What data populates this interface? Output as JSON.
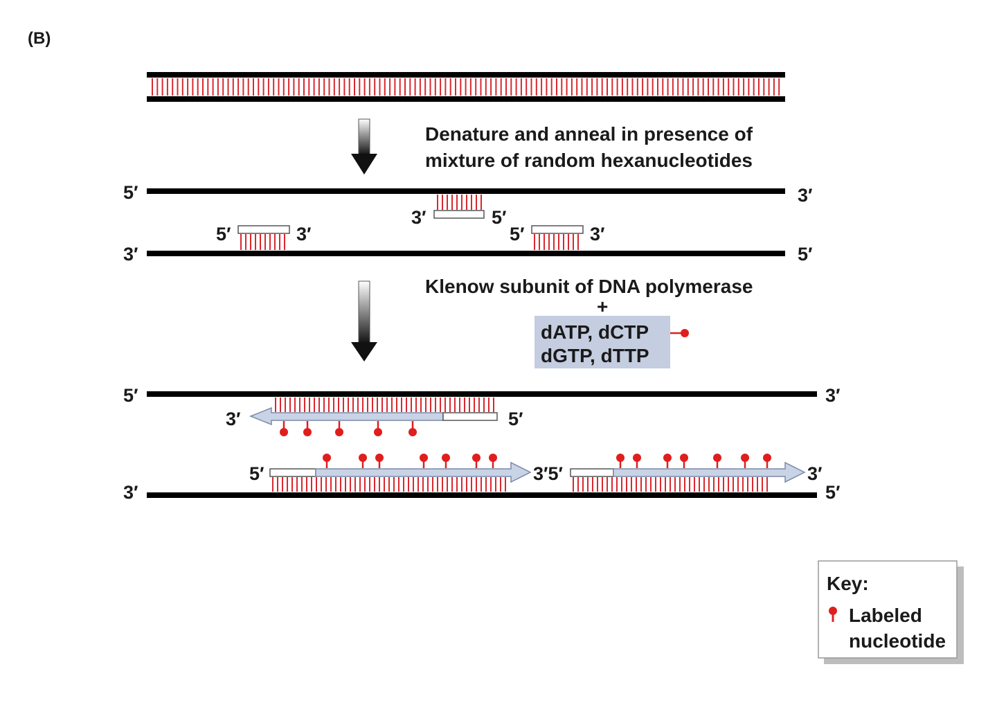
{
  "panel_label": "(B)",
  "step1_text": [
    "Denature and anneal in presence of",
    "mixture of random hexanucleotides"
  ],
  "step2_text": "Klenow subunit of DNA polymerase",
  "plus_sign": "+",
  "reagents": [
    "dATP, dCTP",
    "dGTP, dTTP"
  ],
  "ends": {
    "five_prime": "5′",
    "three_prime": "3′",
    "three_five_joint": "3′5′"
  },
  "key": {
    "title": "Key:",
    "label_lines": [
      "Labeled",
      "nucleotide"
    ]
  },
  "colors": {
    "strand": "#000000",
    "base_pair": "#d8282e",
    "label": "#e01e1e",
    "new_strand": "#c9d3e6",
    "reagent_box": "#c5cde0"
  }
}
